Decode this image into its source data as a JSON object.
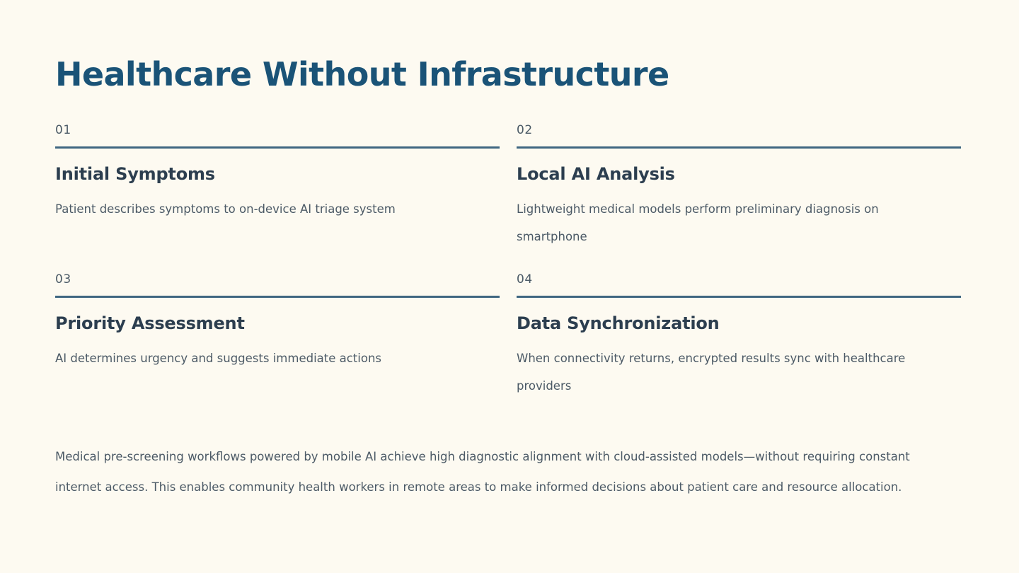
{
  "theme": {
    "background": "#fdfaf1",
    "title_color": "#1a5377",
    "rule_color": "#3f6681",
    "heading_color": "#2c3e4f",
    "body_color": "#4c5a66",
    "number_color": "#4b5a66"
  },
  "slide": {
    "title": "Healthcare Without Infrastructure",
    "steps": [
      {
        "number": "01",
        "title": "Initial Symptoms",
        "description": "Patient describes symptoms to on-device AI triage system"
      },
      {
        "number": "02",
        "title": "Local AI Analysis",
        "description": "Lightweight medical models perform preliminary diagnosis on smartphone"
      },
      {
        "number": "03",
        "title": "Priority Assessment",
        "description": "AI determines urgency and suggests immediate actions"
      },
      {
        "number": "04",
        "title": "Data Synchronization",
        "description": "When connectivity returns, encrypted results sync with healthcare providers"
      }
    ],
    "summary": "Medical pre-screening workflows powered by mobile AI achieve high diagnostic alignment with cloud-assisted models—without requiring constant internet access. This enables community health workers in remote areas to make informed decisions about patient care and resource allocation."
  }
}
